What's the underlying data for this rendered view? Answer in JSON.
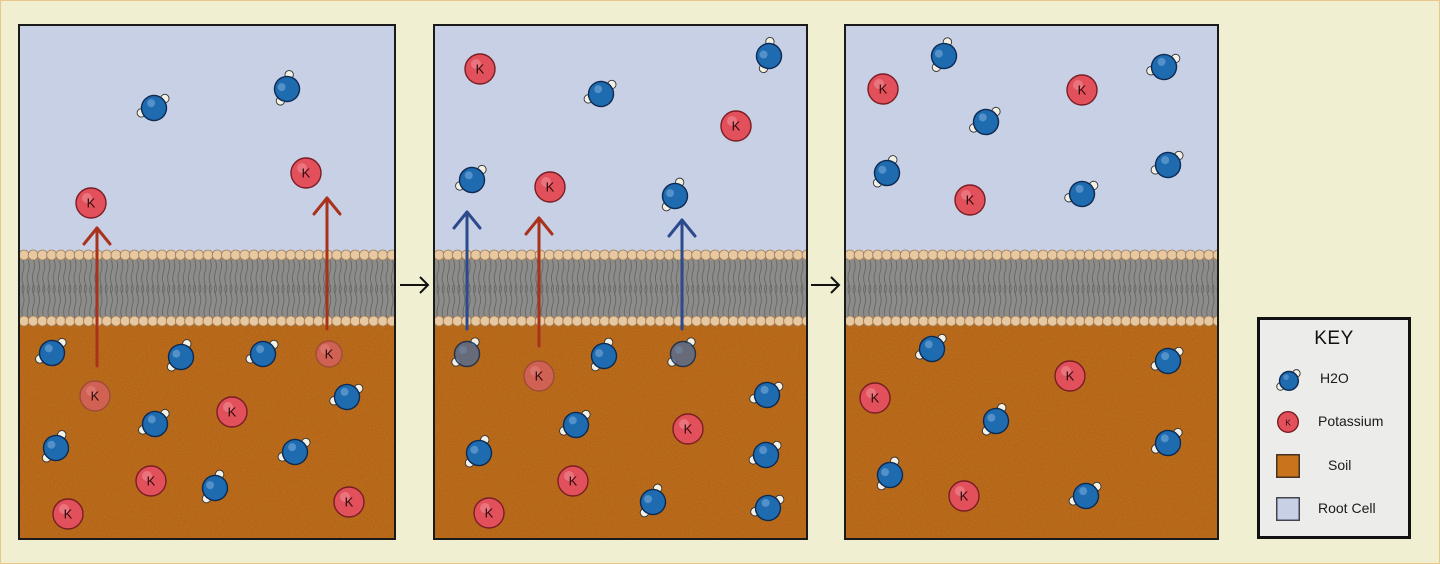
{
  "panels": [
    {
      "id": "panel-initial"
    },
    {
      "id": "panel-transport"
    },
    {
      "id": "panel-final"
    }
  ],
  "molecule_label": "K",
  "key": {
    "title": "KEY",
    "items": [
      {
        "label": "H2O",
        "icon": "water-molecule-icon"
      },
      {
        "label": "Potassium",
        "icon": "potassium-ion-icon"
      },
      {
        "label": "Soil",
        "icon": "soil-swatch-icon"
      },
      {
        "label": "Root Cell",
        "icon": "root-cell-swatch-icon"
      }
    ]
  },
  "colors": {
    "root_cell": "#c8d0e6",
    "soil": "#c9731c",
    "membrane": "#8c8c8a",
    "membrane_head": "#e8c8a0",
    "potassium": "#e2505c",
    "water": "#1f6bb0",
    "potassium_arrow": "#a8321c",
    "water_arrow": "#2c4a8c",
    "background": "#f1efd2"
  }
}
